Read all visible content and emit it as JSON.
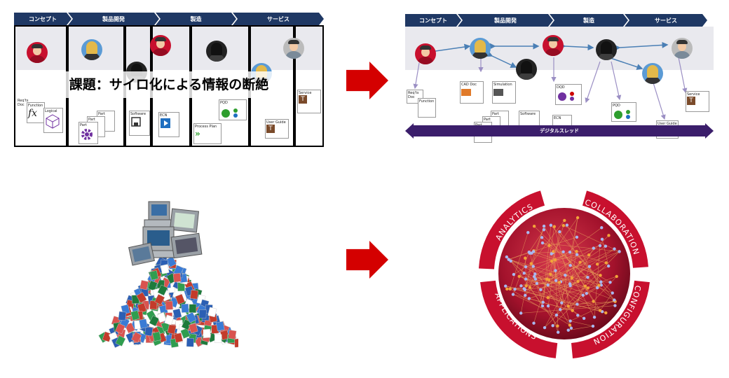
{
  "left_diagram": {
    "phases": [
      "コンセプト",
      "製品開発",
      "製造",
      "サービス"
    ],
    "overlay_text": "課題：サイロ化による情報の断絶",
    "doc_labels": {
      "reqts_doc": "Req'ts Doc",
      "function": "Function",
      "logical": "Logical",
      "part_1": "Part",
      "part_2": "Part",
      "part_3": "Part",
      "software": "Software",
      "ecn": "ECN",
      "process_plan": "Process Plan",
      "pqd": "PQD",
      "user_guide": "User Guide",
      "service": "Service",
      "fx": "fx"
    }
  },
  "right_diagram": {
    "phases": [
      "コンセプト",
      "製品開発",
      "製造",
      "サービス"
    ],
    "thread_label": "デジタルスレッド",
    "doc_labels": {
      "reqts_doc": "Req'ts Doc",
      "function": "Function",
      "cad_doc": "CAD Doc",
      "simulation": "Simulation",
      "part_1": "Part",
      "part_2": "Part",
      "part_3": "Part",
      "software": "Software",
      "ecn": "ECN",
      "dqd": "DQD",
      "pqd": "PQD",
      "user_guide": "User Guide",
      "service": "Service"
    }
  },
  "sphere": {
    "segments": [
      "Analytics",
      "Collaboration",
      "Configuration",
      "Applications"
    ],
    "colors": {
      "ring": "#c8102e",
      "core": "#a3122c",
      "node_blue": "#a9b8f0",
      "node_orange": "#f2a33a"
    }
  },
  "colors": {
    "arrow": "#d40000",
    "phase_bar": "#1f3864",
    "thread": "#3b1e6b"
  }
}
